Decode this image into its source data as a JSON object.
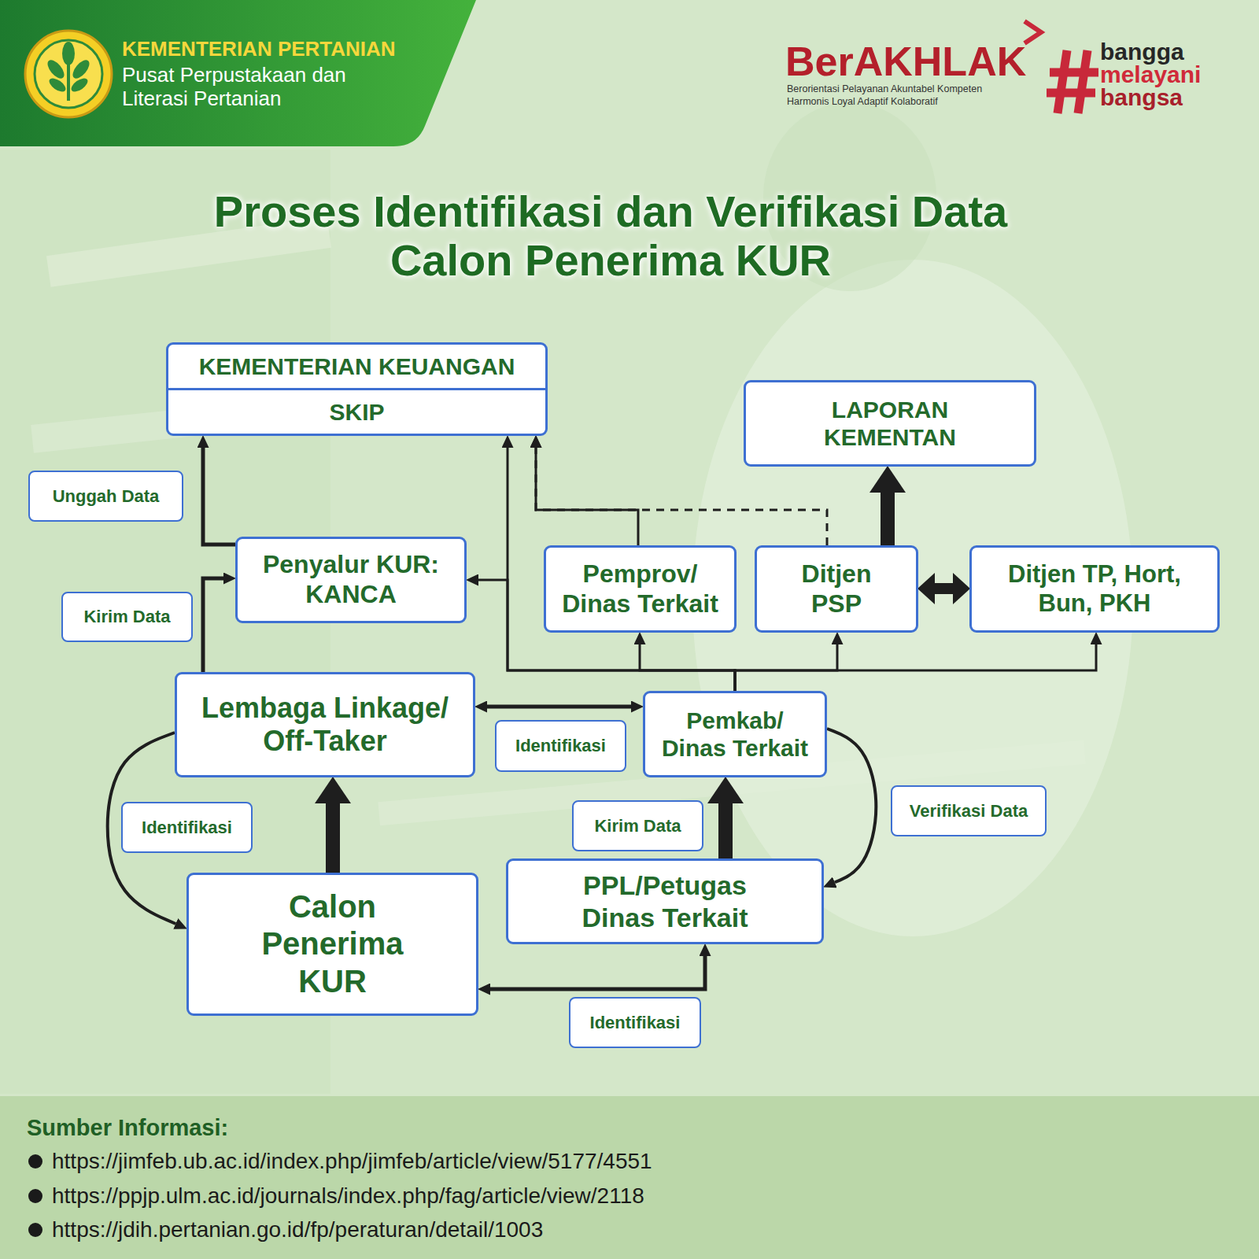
{
  "diagram": {
    "title": "Proses Identifikasi dan Verifikasi Data Calon Penerima KUR",
    "nodes": [
      {
        "text": [
          "KEMENTERIAN KEUANGAN",
          "SKIP"
        ]
      },
      {
        "text": [
          "LAPORAN KEMENTAN"
        ]
      },
      {
        "text": [
          "Penyalur KUR: KANCA"
        ]
      },
      {
        "text": [
          "Pemprov/ Dinas Terkait"
        ]
      },
      {
        "text": [
          "Ditjen PSP"
        ]
      },
      {
        "text": [
          "Ditjen TP, Hort, Bun, PKH"
        ]
      },
      {
        "text": [
          "Lembaga Linkage/ Off-Taker"
        ]
      },
      {
        "text": [
          "Pemkab/ Dinas Terkait"
        ]
      },
      {
        "text": [
          "PPL/Petugas Dinas Terkait"
        ]
      },
      {
        "text": [
          "Calon Penerima KUR"
        ]
      }
    ],
    "edges": [
      {
        "from": 2,
        "to": 0,
        "arrow": "to",
        "label": "Unggah Data"
      },
      {
        "from": 6,
        "to": 2,
        "arrow": "to",
        "label": "Kirim Data"
      },
      {
        "from": 6,
        "to": 7,
        "arrow": "both",
        "label": "Identifikasi"
      },
      {
        "from": 6,
        "to": 9,
        "arrow": "to",
        "label": "Identifikasi"
      },
      {
        "from": 9,
        "to": 6,
        "arrow": "to"
      },
      {
        "from": 8,
        "to": 7,
        "arrow": "to",
        "label": "Kirim Data"
      },
      {
        "from": 7,
        "to": 8,
        "arrow": "to",
        "label": "Verifikasi Data"
      },
      {
        "from": 8,
        "to": 9,
        "arrow": "both",
        "label": "Identifikasi"
      },
      {
        "from": 4,
        "to": 1,
        "arrow": "to"
      },
      {
        "from": 4,
        "to": 5,
        "arrow": "both"
      },
      {
        "from": 7,
        "to": 0,
        "arrow": "to"
      },
      {
        "from": 7,
        "to": 2,
        "arrow": "to"
      },
      {
        "from": 7,
        "to": 3,
        "arrow": "to"
      },
      {
        "from": 7,
        "to": 4,
        "arrow": "to"
      },
      {
        "from": 7,
        "to": 5,
        "arrow": "to"
      },
      {
        "from": 3,
        "to": 0,
        "arrow": "to"
      },
      {
        "from": 4,
        "to": 0,
        "arrow": "to"
      }
    ],
    "labels": [
      "KEMENTERIAN PERTANIAN",
      "Pusat Perpustakaan dan Literasi Pertanian",
      "BerAKHLAK",
      "Berorientasi Pelayanan Akuntabel Kompeten",
      "Harmonis Loyal Adaptif Kolaboratif",
      "bangga",
      "melayani",
      "bangsa",
      "Sumber Informasi:",
      "https://jimfeb.ub.ac.id/index.php/jimfeb/article/view/5177/4551",
      "https://ppjp.ulm.ac.id/journals/index.php/fag/article/view/2118",
      "https://jdih.pertanian.go.id/fp/peraturan/detail/1003"
    ]
  }
}
